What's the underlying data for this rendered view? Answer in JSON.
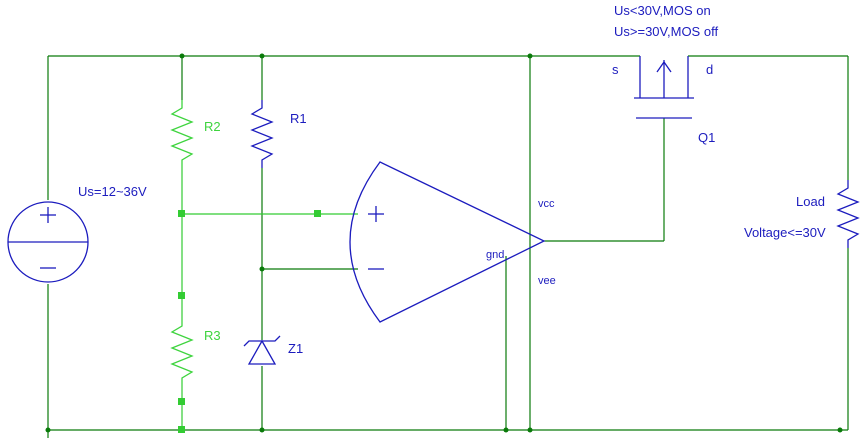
{
  "colors": {
    "wire": "#0a7a0a",
    "highlight_wire": "#33cc33",
    "component": "#1c1cbe",
    "label_blue": "#1c1cbe",
    "label_green": "#3ed43e"
  },
  "annotation": {
    "line1": "Us<30V,MOS on",
    "line2": "Us>=30V,MOS off"
  },
  "source": {
    "label": "Us=12~36V"
  },
  "resistors": {
    "r1": "R1",
    "r2": "R2",
    "r3": "R3"
  },
  "zener": {
    "label": "Z1"
  },
  "opamp": {
    "plus": "+",
    "minus": "−",
    "vcc": "vcc",
    "vee": "vee",
    "gnd": "gnd"
  },
  "mosfet": {
    "label": "Q1",
    "source_pin": "s",
    "drain_pin": "d"
  },
  "load": {
    "label": "Load",
    "note": "Voltage<=30V"
  }
}
